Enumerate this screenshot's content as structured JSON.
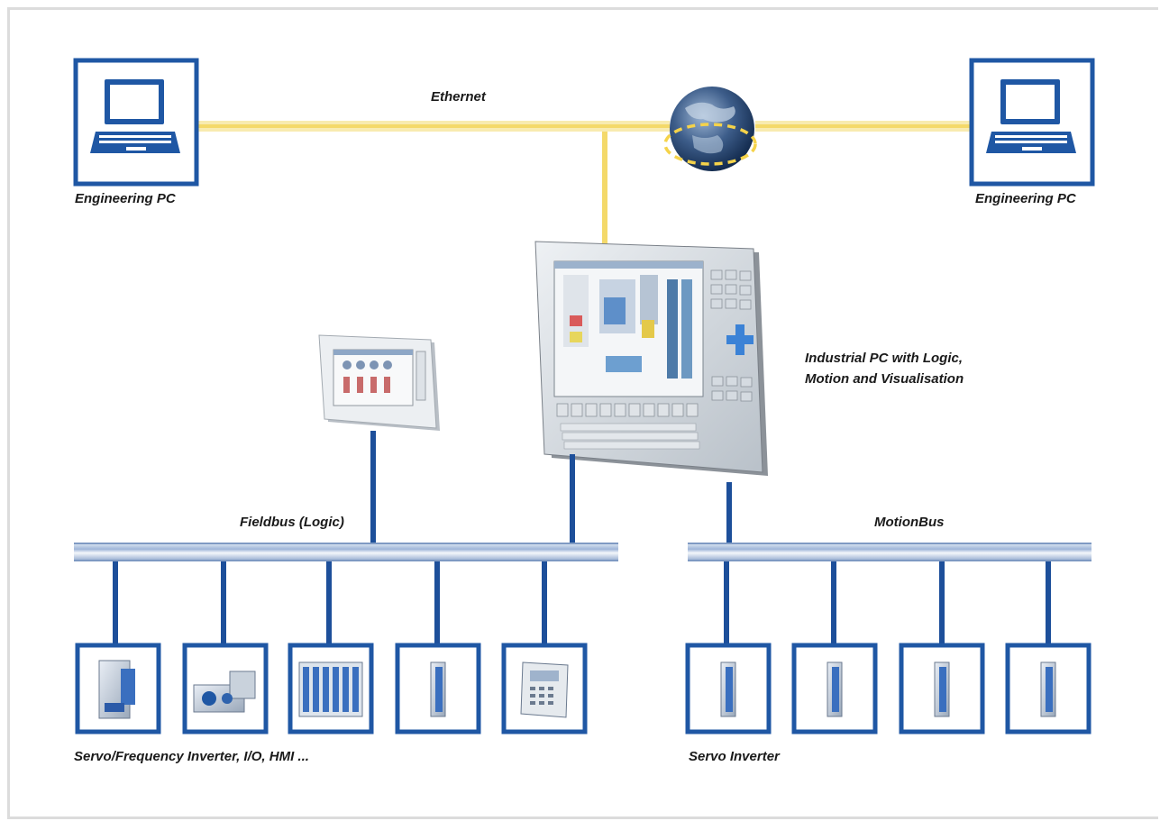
{
  "labels": {
    "ethernet": "Ethernet",
    "engineering_pc_left": "Engineering PC",
    "engineering_pc_right": "Engineering PC",
    "industrial_pc_line1": "Industrial PC with Logic,",
    "industrial_pc_line2": "Motion and Visualisation",
    "fieldbus": "Fieldbus (Logic)",
    "motionbus": "MotionBus",
    "fieldbus_devices": "Servo/Frequency Inverter, I/O, HMI ...",
    "servo_inverter": "Servo Inverter"
  },
  "colors": {
    "ethernet_line": "#f7e27a",
    "bus_blue": "#1d4f9a",
    "bus_light": "#c8d6ea",
    "frame_blue": "#1f57a4",
    "text": "#1a1a1a"
  },
  "devices": {
    "fieldbus": [
      "servo-frequency-inverter",
      "motor-gearbox",
      "io-module",
      "servo-inverter",
      "hmi-keypad"
    ],
    "motionbus": [
      "servo-inverter",
      "servo-inverter",
      "servo-inverter",
      "servo-inverter"
    ]
  }
}
